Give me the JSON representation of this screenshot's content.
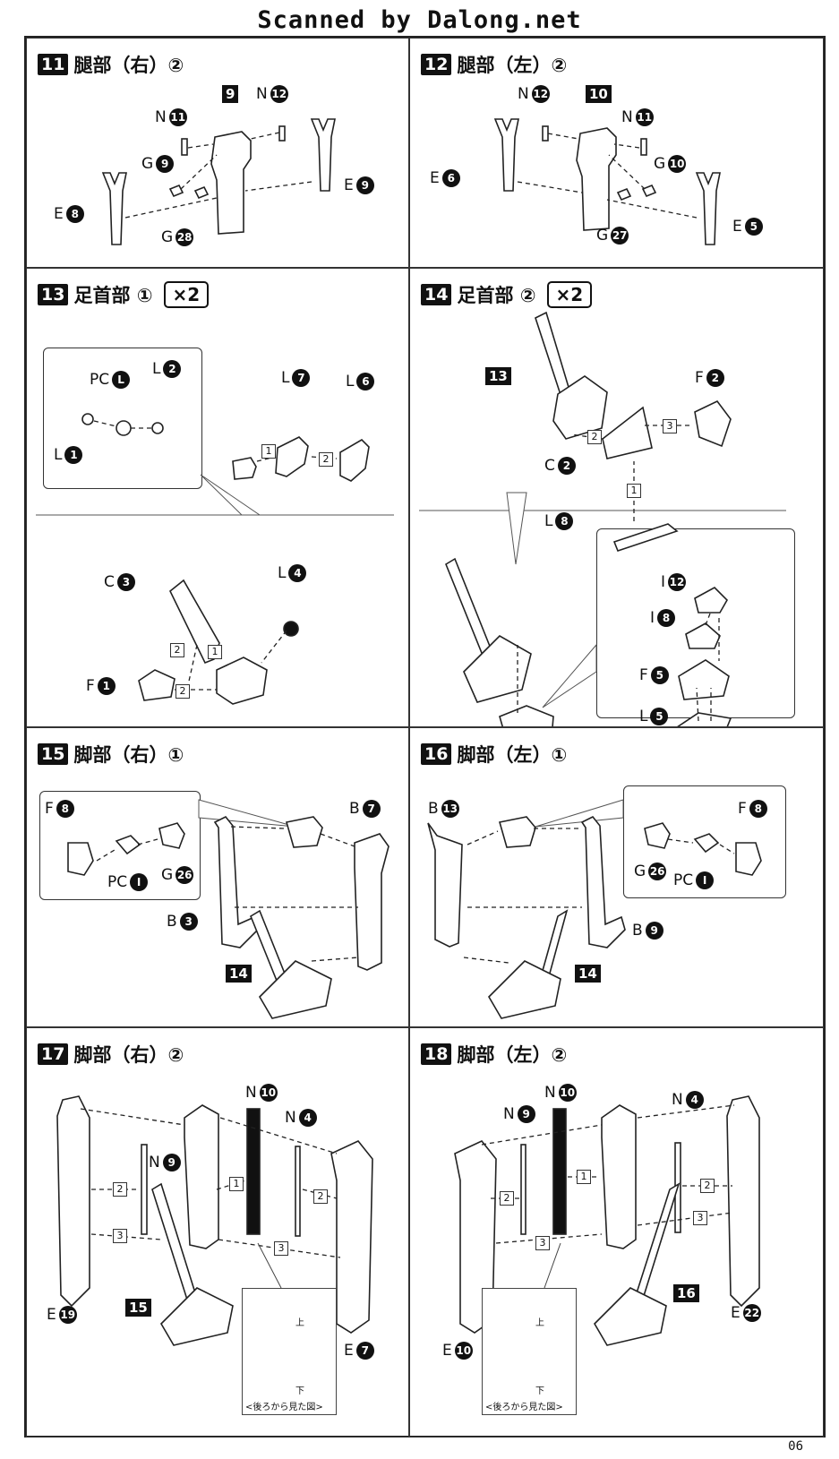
{
  "header": {
    "scanner_credit": "Scanned by Dalong.net"
  },
  "steps": [
    {
      "num": "11",
      "title": "腿部（右）②",
      "multiplier": ""
    },
    {
      "num": "12",
      "title": "腿部（左）②",
      "multiplier": ""
    },
    {
      "num": "13",
      "title": "足首部 ①",
      "multiplier": "×2"
    },
    {
      "num": "14",
      "title": "足首部 ②",
      "multiplier": "×2"
    },
    {
      "num": "15",
      "title": "脚部（右）①",
      "multiplier": ""
    },
    {
      "num": "16",
      "title": "脚部（左）①",
      "multiplier": ""
    },
    {
      "num": "17",
      "title": "脚部（右）②",
      "multiplier": ""
    },
    {
      "num": "18",
      "title": "脚部（左）②",
      "multiplier": ""
    }
  ],
  "parts": {
    "p11": [
      {
        "l": "N",
        "n": "11"
      },
      {
        "l": "N",
        "n": "12"
      },
      {
        "l": "G",
        "n": "9"
      },
      {
        "l": "E",
        "n": "8"
      },
      {
        "l": "G",
        "n": "28"
      },
      {
        "l": "E",
        "n": "9"
      }
    ],
    "p11_ref": "9",
    "p12": [
      {
        "l": "N",
        "n": "12"
      },
      {
        "l": "N",
        "n": "11"
      },
      {
        "l": "E",
        "n": "6"
      },
      {
        "l": "G",
        "n": "10"
      },
      {
        "l": "G",
        "n": "27"
      },
      {
        "l": "E",
        "n": "5"
      }
    ],
    "p12_ref": "10",
    "p13": [
      {
        "l": "PC",
        "n": "L"
      },
      {
        "l": "L",
        "n": "2"
      },
      {
        "l": "L",
        "n": "1"
      },
      {
        "l": "L",
        "n": "7"
      },
      {
        "l": "L",
        "n": "6"
      },
      {
        "l": "C",
        "n": "3"
      },
      {
        "l": "L",
        "n": "4"
      },
      {
        "l": "F",
        "n": "1"
      }
    ],
    "p14": [
      {
        "l": "F",
        "n": "2"
      },
      {
        "l": "C",
        "n": "2"
      },
      {
        "l": "L",
        "n": "8"
      },
      {
        "l": "I",
        "n": "12"
      },
      {
        "l": "I",
        "n": "8"
      },
      {
        "l": "F",
        "n": "5"
      },
      {
        "l": "L",
        "n": "5"
      }
    ],
    "p14_ref": "13",
    "p15": [
      {
        "l": "F",
        "n": "8"
      },
      {
        "l": "PC",
        "n": "I"
      },
      {
        "l": "G",
        "n": "26"
      },
      {
        "l": "B",
        "n": "7"
      },
      {
        "l": "B",
        "n": "3"
      }
    ],
    "p15_ref": "14",
    "p16": [
      {
        "l": "B",
        "n": "13"
      },
      {
        "l": "F",
        "n": "8"
      },
      {
        "l": "G",
        "n": "26"
      },
      {
        "l": "PC",
        "n": "I"
      },
      {
        "l": "B",
        "n": "9"
      }
    ],
    "p16_ref": "14",
    "p17": [
      {
        "l": "N",
        "n": "10"
      },
      {
        "l": "N",
        "n": "4"
      },
      {
        "l": "N",
        "n": "9"
      },
      {
        "l": "E",
        "n": "19"
      },
      {
        "l": "E",
        "n": "7"
      }
    ],
    "p17_ref": "15",
    "p18": [
      {
        "l": "N",
        "n": "10"
      },
      {
        "l": "N",
        "n": "9"
      },
      {
        "l": "N",
        "n": "4"
      },
      {
        "l": "E",
        "n": "10"
      },
      {
        "l": "E",
        "n": "22"
      }
    ],
    "p18_ref": "16"
  },
  "seq": [
    "1",
    "2",
    "3"
  ],
  "notes": {
    "top": "上",
    "bottom": "下",
    "caption": "<後ろから見た図>"
  },
  "page_number": "06",
  "colors": {
    "ink": "#111111",
    "paper": "#ffffff",
    "line": "#333333"
  }
}
